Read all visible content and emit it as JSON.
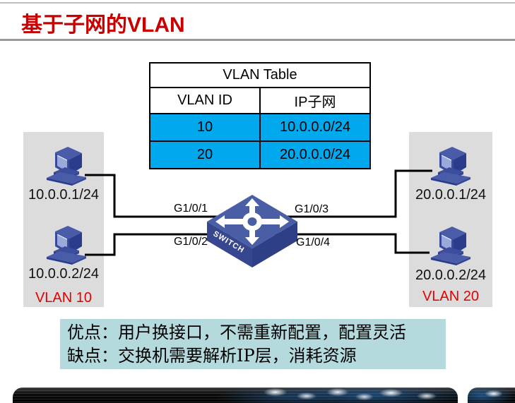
{
  "title": "基于子网的VLAN",
  "colors": {
    "title_red": "#c80000",
    "vlan_label_red": "#e60000",
    "table_highlight": "#00a8ee",
    "panel_gray": "#dcdcdc",
    "notes_background": "#b5dadd"
  },
  "table": {
    "title": "VLAN Table",
    "headers": [
      "VLAN ID",
      "IP子网"
    ],
    "rows": [
      [
        "10",
        "10.0.0.0/24"
      ],
      [
        "20",
        "20.0.0.0/24"
      ]
    ]
  },
  "left_group": {
    "hosts": [
      "10.0.0.1/24",
      "10.0.0.2/24"
    ],
    "vlan_label": "VLAN 10"
  },
  "right_group": {
    "hosts": [
      "20.0.0.1/24",
      "20.0.0.2/24"
    ],
    "vlan_label": "VLAN 20"
  },
  "switch": {
    "label": "SWITCH",
    "ports": [
      "G1/0/1",
      "G1/0/2",
      "G1/0/3",
      "G1/0/4"
    ]
  },
  "notes": {
    "line1": "优点：用户换接口，不需重新配置，配置灵活",
    "line2": "缺点：交换机需要解析IP层，消耗资源"
  }
}
